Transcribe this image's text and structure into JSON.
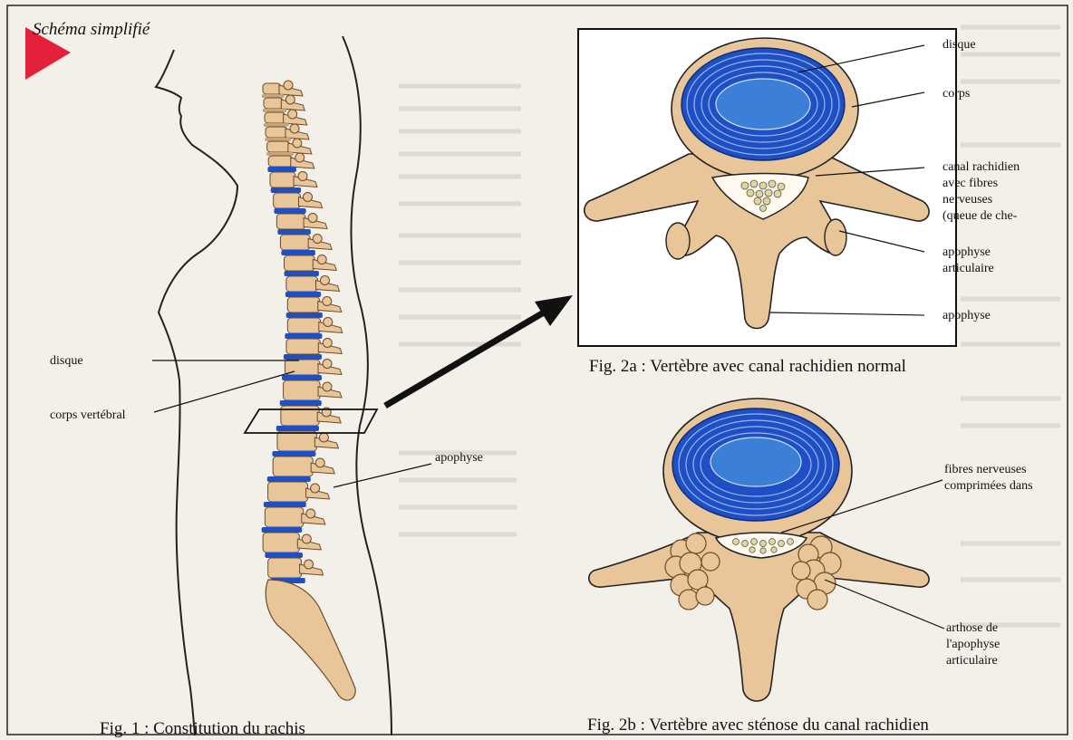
{
  "title": "Schéma simplifié",
  "fig1": {
    "caption": "Fig. 1 : Constitution du rachis",
    "labels": {
      "disque": "disque",
      "corps": "corps vertébral",
      "apophyse": "apophyse"
    }
  },
  "fig2a": {
    "caption": "Fig. 2a : Vertèbre avec canal rachidien normal",
    "labels": {
      "disque": "disque",
      "corps": "corps",
      "canal_1": "canal rachidien",
      "canal_2": "avec fibres",
      "canal_3": "nerveuses",
      "canal_4": "(queue de che-",
      "articulaire_1": "apophyse",
      "articulaire_2": "articulaire",
      "apophyse": "apophyse"
    }
  },
  "fig2b": {
    "caption": "Fig. 2b : Vertèbre avec sténose du canal rachidien",
    "labels": {
      "fibres_1": "fibres nerveuses",
      "fibres_2": "comprimées dans",
      "arthose_1": "arthose de",
      "arthose_2": "l'apophyse",
      "arthose_3": "articulaire"
    }
  },
  "colors": {
    "bone": "#e9c69a",
    "disc": "#1f4fc4",
    "nucleus": "#3b7fd8",
    "background": "#f3efe9",
    "marker": "#e4213a"
  }
}
